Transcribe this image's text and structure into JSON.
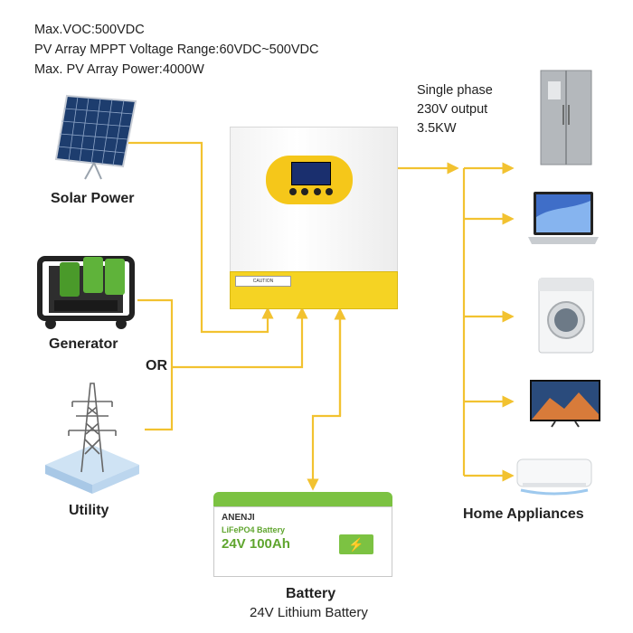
{
  "specs": [
    "Max.VOC:500VDC",
    "PV Array MPPT Voltage Range:60VDC~500VDC",
    "Max. PV Array Power:4000W"
  ],
  "sources": {
    "solar": "Solar Power",
    "generator": "Generator",
    "or": "OR",
    "utility": "Utility"
  },
  "output": {
    "line1": "Single phase",
    "line2": "230V output",
    "line3": "3.5KW"
  },
  "appliances": {
    "label": "Home Appliances"
  },
  "battery": {
    "label": "Battery",
    "sublabel": "24V Lithium Battery",
    "brand": "ANENJI",
    "type": "LiFePO4 Battery",
    "spec": "24V 100Ah"
  },
  "inverter": {
    "caution": "CAUTION"
  },
  "colors": {
    "wire": "#f2c230",
    "inverter_yellow": "#f5d323",
    "battery_green": "#7cc242"
  }
}
